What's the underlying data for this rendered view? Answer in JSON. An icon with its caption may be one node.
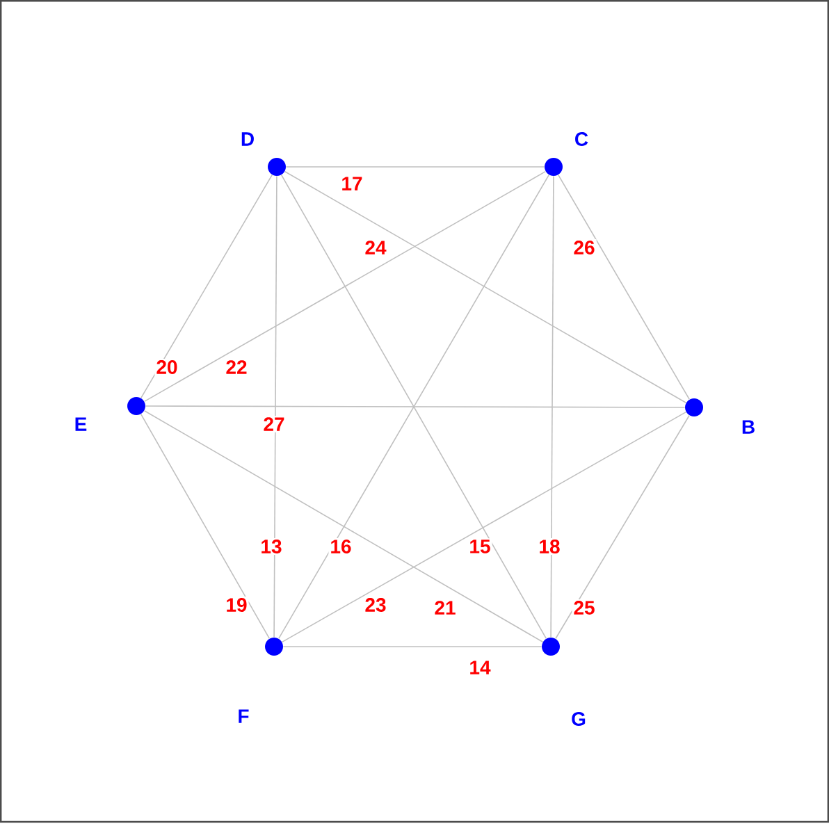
{
  "diagram": {
    "nodes": [
      {
        "text": [
          "D"
        ]
      },
      {
        "text": [
          "C"
        ]
      },
      {
        "text": [
          "E"
        ]
      },
      {
        "text": [
          "B"
        ]
      },
      {
        "text": [
          "F"
        ]
      },
      {
        "text": [
          "G"
        ]
      }
    ],
    "edges": [
      {
        "from": 0,
        "to": 1,
        "arrow": "none",
        "label": "17"
      },
      {
        "from": 0,
        "to": 3,
        "arrow": "none",
        "label": "24"
      },
      {
        "from": 1,
        "to": 3,
        "arrow": "none",
        "label": "26"
      },
      {
        "from": 0,
        "to": 2,
        "arrow": "none",
        "label": "20"
      },
      {
        "from": 1,
        "to": 2,
        "arrow": "none",
        "label": "22"
      },
      {
        "from": 2,
        "to": 3,
        "arrow": "none",
        "label": "27"
      },
      {
        "from": 0,
        "to": 4,
        "arrow": "none",
        "label": "13"
      },
      {
        "from": 1,
        "to": 4,
        "arrow": "none",
        "label": "16"
      },
      {
        "from": 0,
        "to": 5,
        "arrow": "none",
        "label": "15"
      },
      {
        "from": 1,
        "to": 5,
        "arrow": "none",
        "label": "18"
      },
      {
        "from": 2,
        "to": 4,
        "arrow": "none",
        "label": "19"
      },
      {
        "from": 4,
        "to": 3,
        "arrow": "none",
        "label": "23"
      },
      {
        "from": 2,
        "to": 5,
        "arrow": "none",
        "label": "21"
      },
      {
        "from": 3,
        "to": 5,
        "arrow": "none",
        "label": "25"
      },
      {
        "from": 4,
        "to": 5,
        "arrow": "none",
        "label": "14"
      }
    ]
  }
}
